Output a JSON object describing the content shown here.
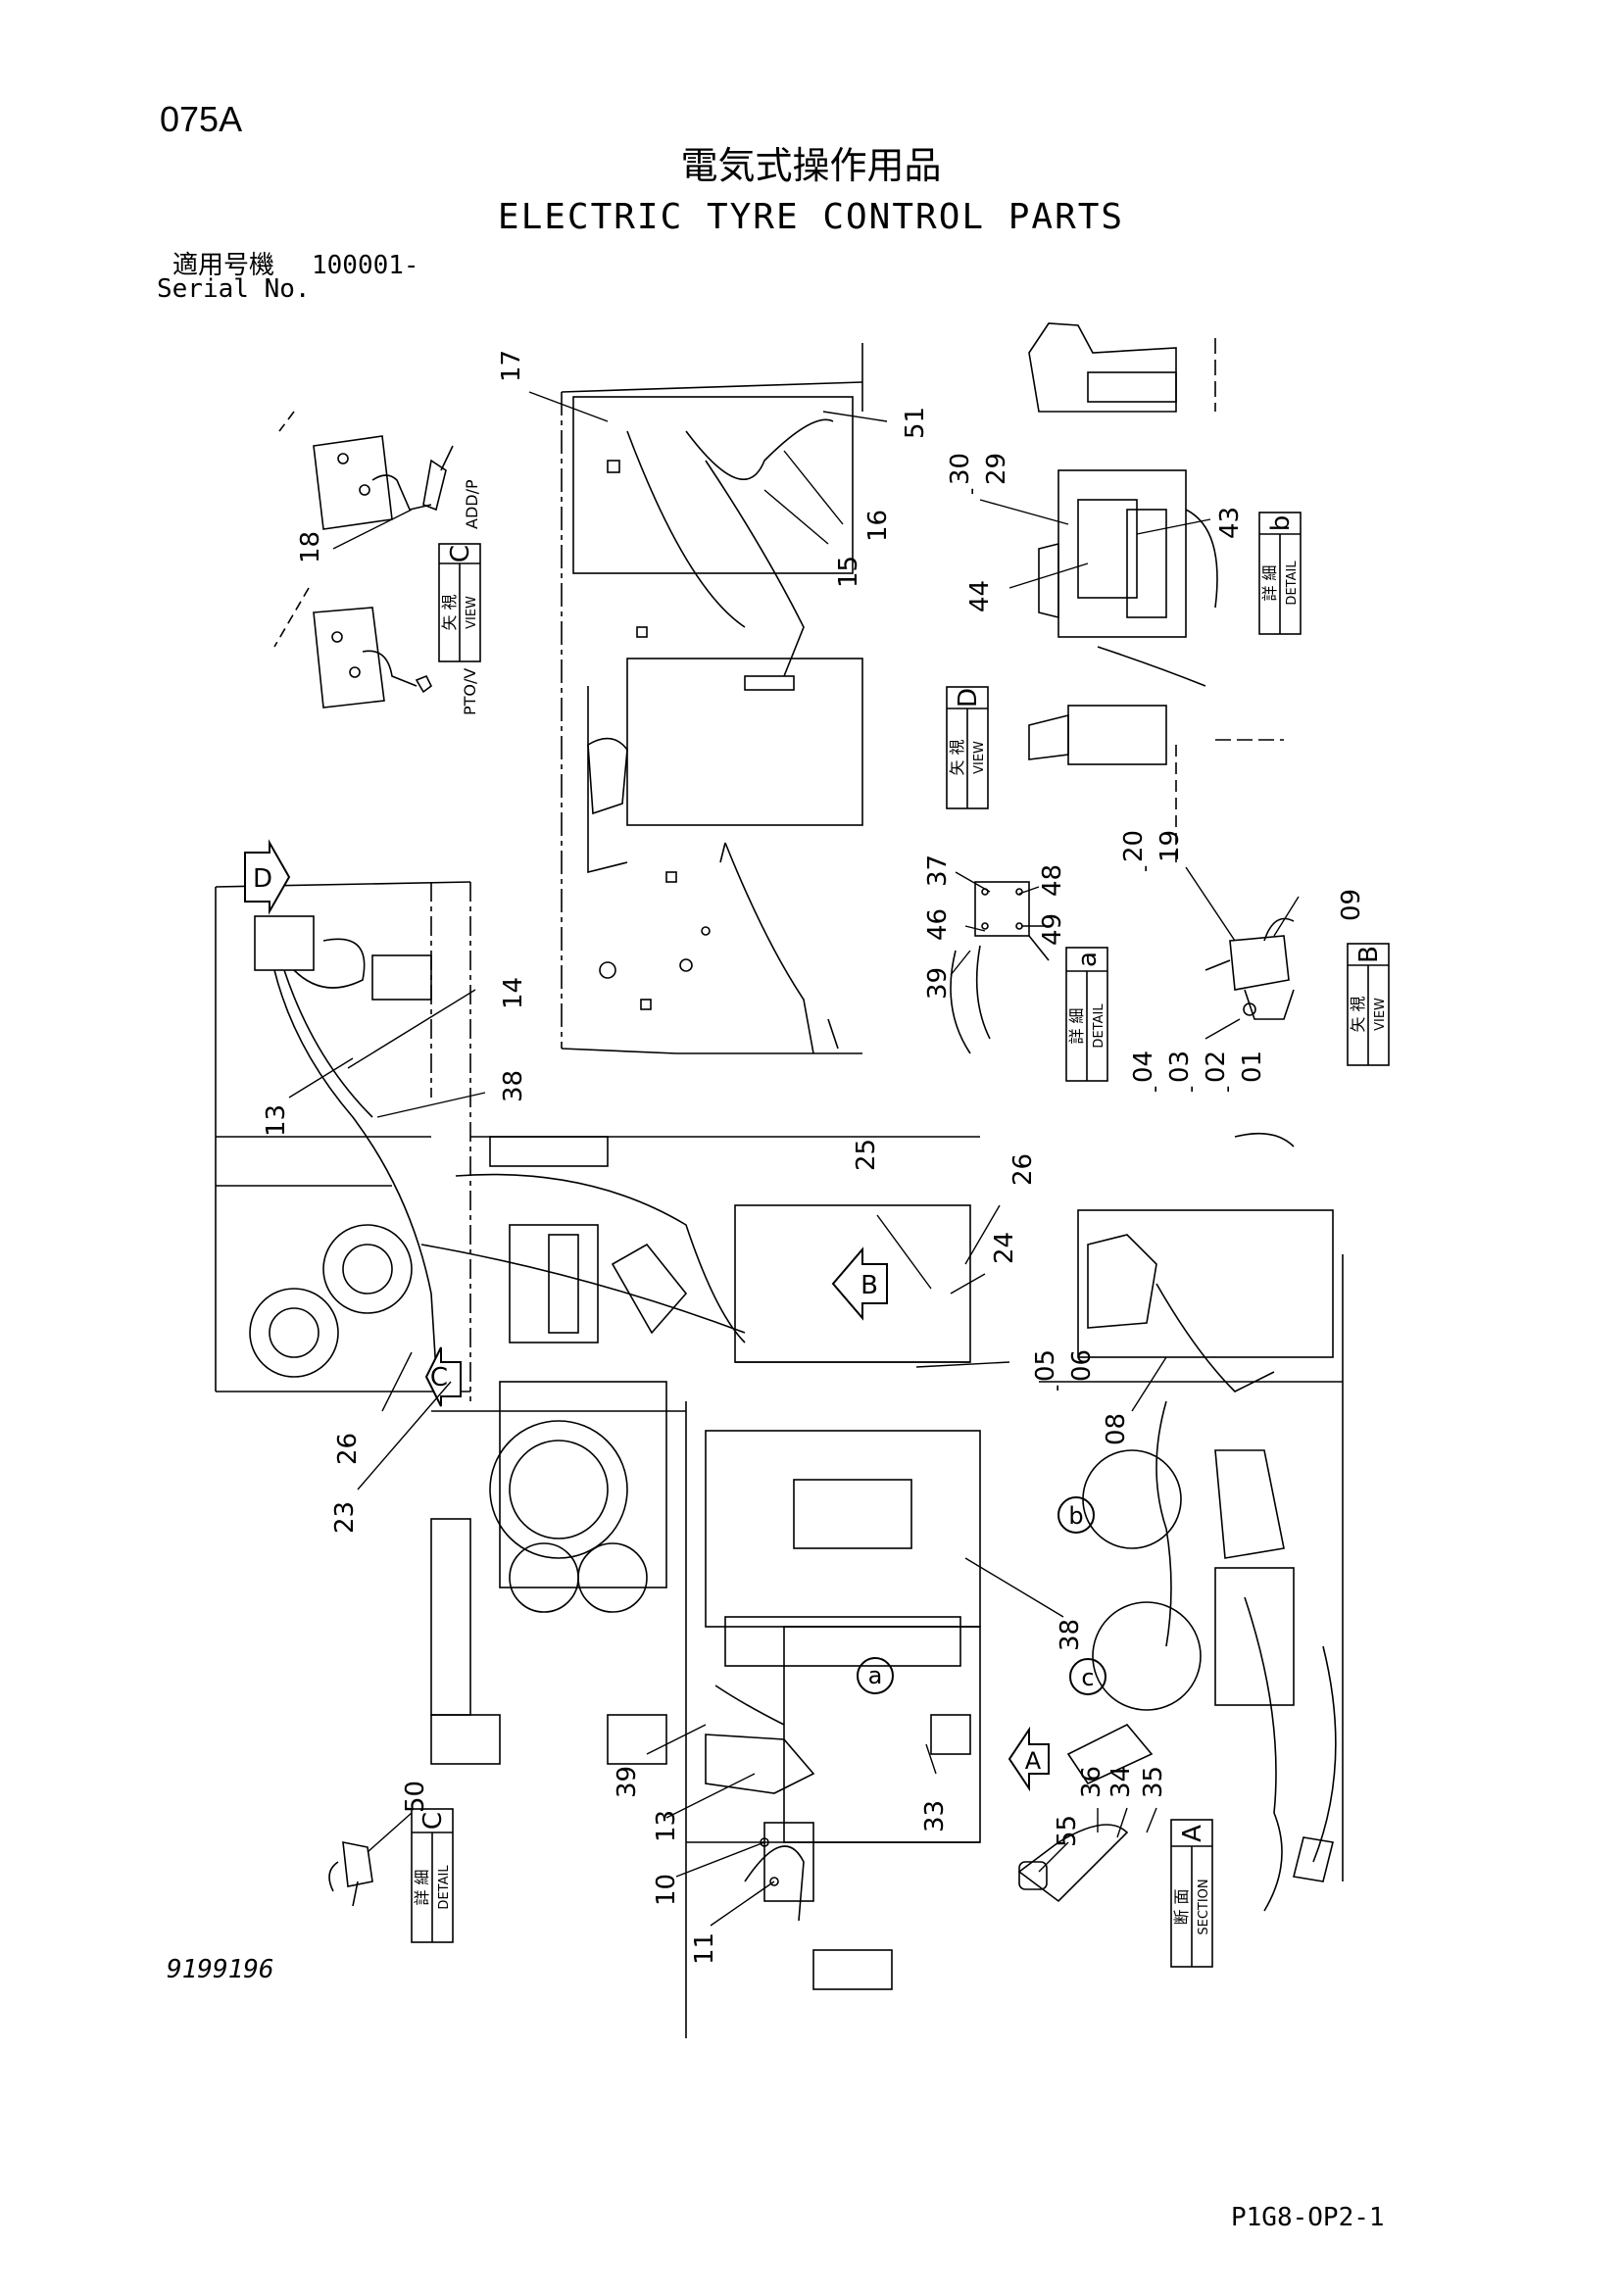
{
  "header": {
    "page_code": "075A",
    "title_jp": "電気式操作用品",
    "title_en": "ELECTRIC TYRE CONTROL PARTS",
    "serial_label_jp": "適用号機",
    "serial_value": "100001-",
    "serial_label_en": "Serial No."
  },
  "footer": {
    "drawing_number": "9199196",
    "sheet_id": "P1G8-OP2-1"
  },
  "callouts": {
    "c17": "17",
    "c51": "51",
    "c16": "16",
    "c15": "15",
    "c18": "18",
    "c30": "30",
    "c29": "29",
    "c43": "43",
    "c44": "44",
    "c37": "37",
    "c46": "46",
    "c48": "48",
    "c49": "49",
    "c39a": "39",
    "c20": "20",
    "c19": "19",
    "c09": "09",
    "c04": "04",
    "c03": "03",
    "c02": "02",
    "c01": "01",
    "c14": "14",
    "c13": "13",
    "c38": "38",
    "c25": "25",
    "c26": "26",
    "c24": "24",
    "c05": "05",
    "c06": "06",
    "c26b": "26",
    "c23": "23",
    "c08": "08",
    "c38b": "38",
    "c39b": "39",
    "c13b": "13",
    "c33": "33",
    "c36": "36",
    "c34": "34",
    "c35": "35",
    "c55": "55",
    "c50": "50",
    "c10": "10",
    "c11": "11"
  },
  "callout_separator": "-",
  "labels": {
    "view_c_kanji": "矢 視",
    "view_c_en": "VIEW",
    "view_c_letter": "C",
    "add_p": "ADD/P",
    "pto_v": "PTO/V",
    "view_d_kanji": "矢 視",
    "view_d_en": "VIEW",
    "view_d_letter": "D",
    "detail_b_kanji": "詳 細",
    "detail_b_en": "DETAIL",
    "detail_b_letter": "b",
    "detail_a_kanji": "詳 細",
    "detail_a_en": "DETAIL",
    "detail_a_letter": "a",
    "view_b_kanji": "矢 視",
    "view_b_en": "VIEW",
    "view_b_letter": "B",
    "detail_c_kanji": "詳 細",
    "detail_c_en": "DETAIL",
    "detail_c_letter": "C",
    "section_a_kanji": "断 面",
    "section_a_en": "SECTION",
    "section_a_letter": "A",
    "arrow_d": "D",
    "arrow_b": "B",
    "arrow_c": "C",
    "arrow_a": "A",
    "circle_a": "a",
    "circle_b": "b",
    "circle_c": "c"
  }
}
